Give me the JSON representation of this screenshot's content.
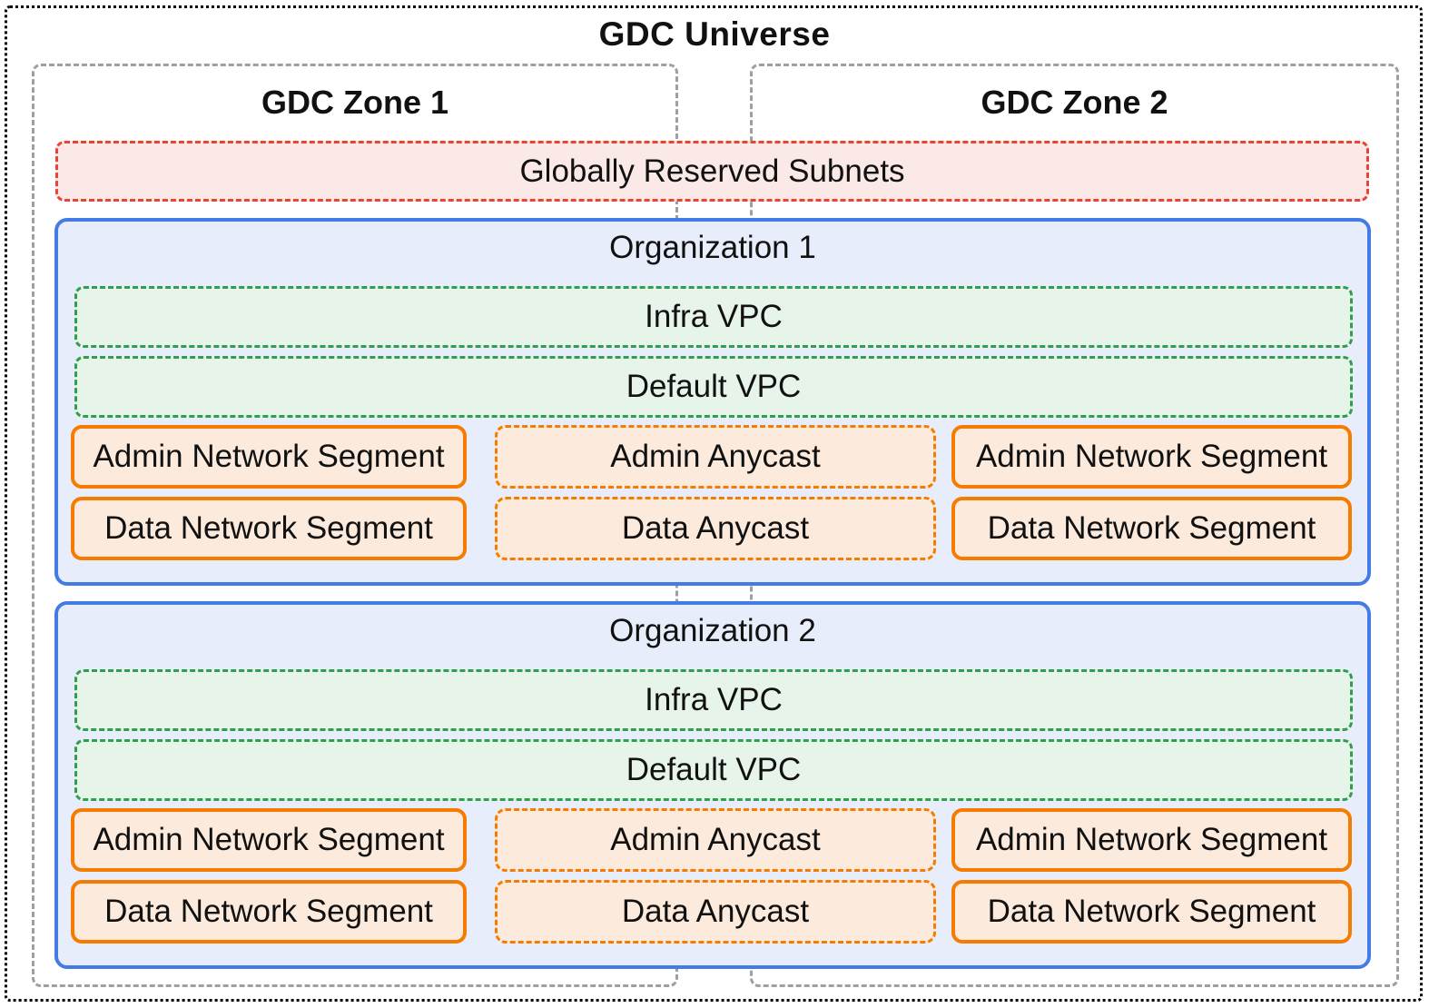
{
  "diagram": {
    "title": "GDC Universe",
    "zones": [
      {
        "label": "GDC Zone 1"
      },
      {
        "label": "GDC Zone 2"
      }
    ],
    "globally_reserved_subnets_label": "Globally Reserved Subnets",
    "organizations": [
      {
        "title": "Organization 1",
        "infra_vpc_label": "Infra VPC",
        "default_vpc_label": "Default VPC",
        "zone1_admin_segment_label": "Admin Network Segment",
        "admin_anycast_label": "Admin Anycast",
        "zone2_admin_segment_label": "Admin Network Segment",
        "zone1_data_segment_label": "Data Network Segment",
        "data_anycast_label": "Data Anycast",
        "zone2_data_segment_label": "Data Network Segment"
      },
      {
        "title": "Organization 2",
        "infra_vpc_label": "Infra VPC",
        "default_vpc_label": "Default VPC",
        "zone1_admin_segment_label": "Admin Network Segment",
        "admin_anycast_label": "Admin Anycast",
        "zone2_admin_segment_label": "Admin Network Segment",
        "zone1_data_segment_label": "Data Network Segment",
        "data_anycast_label": "Data Anycast",
        "zone2_data_segment_label": "Data Network Segment"
      }
    ],
    "colors": {
      "universe_border": "#000000",
      "zone_border": "#9aa0a6",
      "reserved_subnets_border": "#ea4335",
      "reserved_subnets_fill": "#fbe9e7",
      "organization_border": "#447be4",
      "organization_fill": "#e8edfc",
      "vpc_border": "#2f9e4e",
      "vpc_fill": "#e7f4ea",
      "segment_border": "#f57c00",
      "segment_fill": "#fcebdc",
      "text": "#111111"
    }
  }
}
